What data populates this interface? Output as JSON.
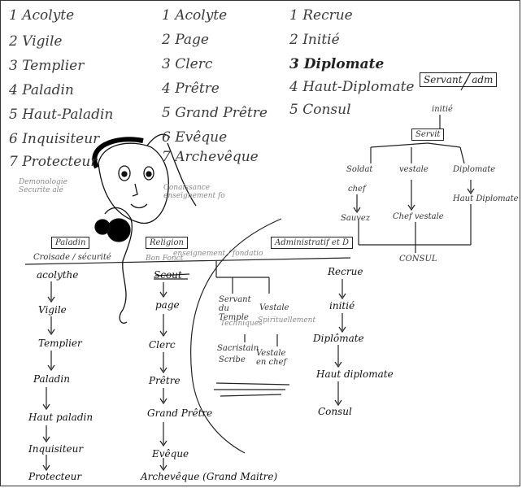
{
  "column1": [
    "1 Acolyte",
    "2 Vigile",
    "3 Templier",
    "4 Paladin",
    "5 Haut-Paladin",
    "6 Inquisiteur",
    "7 Protecteur"
  ],
  "column2": [
    "1 Acolyte",
    "2 Page",
    "3 Clerc",
    "4 Prêtre",
    "5 Grand Prêtre",
    "6 Evêque",
    "7 Archevêque"
  ],
  "column3": [
    "1 Recrue",
    "2 Initié",
    "3 Diplomate",
    "4 Haut-Diplomate",
    "5 Consul"
  ],
  "top_right_box": "Servant / adm",
  "right_diagram": {
    "top_label": "initié",
    "top_box": "Servit",
    "branch_left": "Soldat",
    "branch_mid": "vestale",
    "branch_right": "Diplomate",
    "left_sub": "chef",
    "level2_left": "Sauvez",
    "level2_mid": "Chef vestale",
    "level2_right": "Haut Diplomate",
    "bottom": "CONSUL"
  },
  "side_notes": {
    "left": "Demonologie Securite alé",
    "middle": "Conaissance enseignement fo"
  },
  "headers": {
    "paladin": "Paladin",
    "paladin_sub": "Croisade / sécurité",
    "religion": "Religion",
    "religion_sub": "Bon Fonct",
    "religion_sub2": "enseignement / fondatio",
    "admin": "Administratif et D"
  },
  "chain_paladin": [
    "acolythe",
    "Vigile",
    "Templier",
    "Paladin",
    "Haut paladin",
    "Inquisiteur",
    "Protecteur"
  ],
  "chain_religion": [
    "Scout",
    "page",
    "Clerc",
    "Prêtre",
    "Grand Prêtre",
    "Evêque",
    "Archevêque (Grand Maitre)"
  ],
  "chain_admin": [
    "Recrue",
    "initié",
    "Diplômate",
    "Haut diplomate",
    "Consul"
  ],
  "mid_branches": {
    "left": "Servant du Temple",
    "right": "Vestale",
    "left_sub": "Techniques",
    "right_sub": "Spirituellement",
    "left_item": "Sacristain",
    "right_item": "Vestale en chef",
    "left_item2": "Scribe"
  }
}
